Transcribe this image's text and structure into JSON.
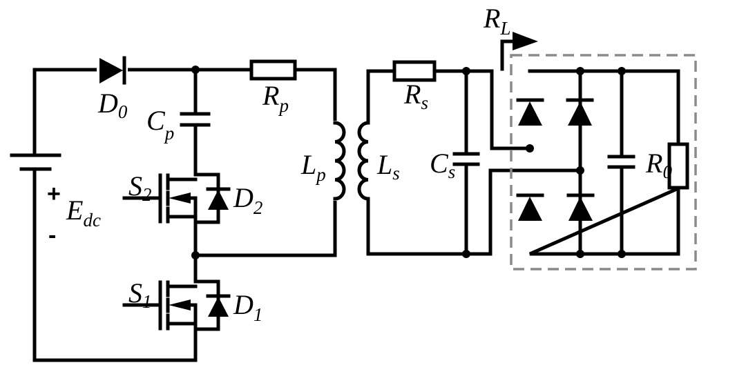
{
  "labels": {
    "D0": {
      "main": "D",
      "sub": "0"
    },
    "Cp": {
      "main": "C",
      "sub": "p"
    },
    "Rp": {
      "main": "R",
      "sub": "p"
    },
    "Lp": {
      "main": "L",
      "sub": "p"
    },
    "S2": {
      "main": "S",
      "sub": "2"
    },
    "D2": {
      "main": "D",
      "sub": "2"
    },
    "S1": {
      "main": "S",
      "sub": "1"
    },
    "D1": {
      "main": "D",
      "sub": "1"
    },
    "Edc": {
      "main": "E",
      "sub": "dc"
    },
    "Ls": {
      "main": "L",
      "sub": "s"
    },
    "Rs": {
      "main": "R",
      "sub": "s"
    },
    "Cs": {
      "main": "C",
      "sub": "s"
    },
    "RL": {
      "main": "R",
      "sub": "L"
    },
    "R0": {
      "main": "R",
      "sub": "0"
    }
  },
  "battery": {
    "plus": "+",
    "minus": "-"
  },
  "colors": {
    "wire": "#000000",
    "load_boundary": "#8a8a8a"
  }
}
